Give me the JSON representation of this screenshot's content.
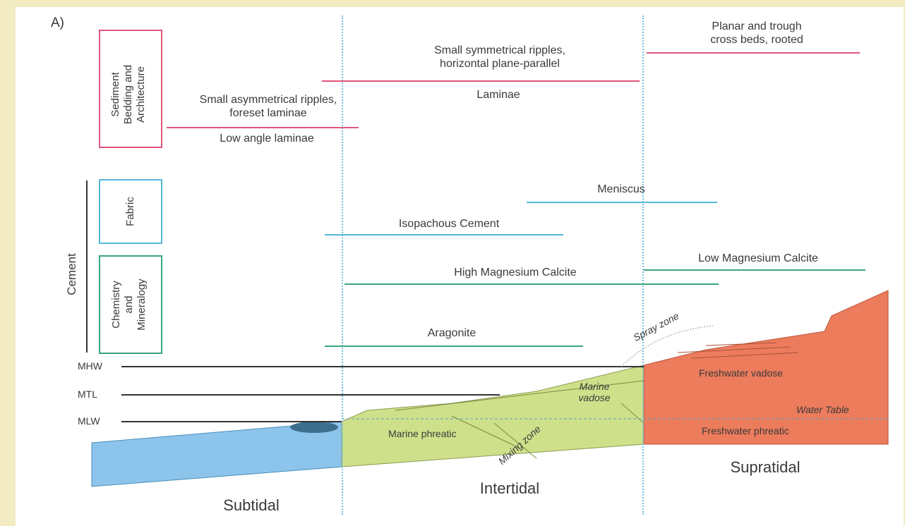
{
  "panel_label": "A)",
  "left_labels": {
    "sediment_box": [
      "Sediment",
      "Bedding and",
      "Architecture"
    ],
    "fabric_box": "Fabric",
    "chemistry_box": [
      "Chemistry",
      "and",
      "Mineralogy"
    ],
    "cement": "Cement"
  },
  "sediment_features": {
    "subtidal_top": [
      "Small asymmetrical ripples,",
      "foreset laminae"
    ],
    "subtidal_bottom": "Low angle laminae",
    "intertidal_top": [
      "Small symmetrical ripples,",
      "horizontal plane-parallel"
    ],
    "intertidal_bottom": "Laminae",
    "supratidal_top": [
      "Planar and trough",
      "cross beds, rooted"
    ]
  },
  "fabric_features": {
    "meniscus": "Meniscus",
    "isopachous": "Isopachous Cement"
  },
  "chemistry_features": {
    "low_mg": "Low Magnesium Calcite",
    "high_mg": "High Magnesium Calcite",
    "aragonite": "Aragonite"
  },
  "tide_levels": {
    "mhw": "MHW",
    "mtl": "MTL",
    "mlw": "MLW"
  },
  "zones": {
    "spray": "Spray zone",
    "marine_vadose": [
      "Marine",
      "vadose"
    ],
    "marine_phreatic": "Marine phreatic",
    "mixing": "Mixing zone",
    "freshwater_vadose": "Freshwater vadose",
    "water_table": "Water Table",
    "freshwater_phreatic": "Freshwater phreatic"
  },
  "environments": {
    "subtidal": "Subtidal",
    "intertidal": "Intertidal",
    "supratidal": "Supratidal"
  },
  "colors": {
    "sediment": "#e0557a",
    "fabric": "#55b8dc",
    "chemistry": "#3aa67a",
    "subtidal_water": "#8cc4ec",
    "intertidal_fill": "#cfe08a",
    "supratidal_fill": "#ec7c5c",
    "boundary_line": "#6fc0e0"
  }
}
